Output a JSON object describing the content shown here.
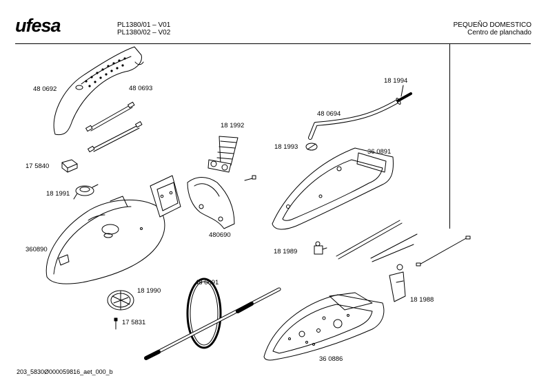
{
  "header": {
    "brand": "ufesa",
    "models": [
      "PL1380/01 – V01",
      "PL1380/02 – V02"
    ],
    "category": "PEQUEÑO DOMESTICO",
    "subcategory": "Centro de planchado"
  },
  "parts": [
    {
      "id": "handle",
      "label": "48 0692"
    },
    {
      "id": "cable-set",
      "label": "48 0693"
    },
    {
      "id": "switch",
      "label": "17 5840"
    },
    {
      "id": "button",
      "label": "18 1991"
    },
    {
      "id": "housing",
      "label": "360890"
    },
    {
      "id": "dial",
      "label": "18 1990"
    },
    {
      "id": "screw",
      "label": "17 5831"
    },
    {
      "id": "hose",
      "label": "48 0691"
    },
    {
      "id": "cable-guard",
      "label": "18 1992"
    },
    {
      "id": "rear-cover",
      "label": "480690"
    },
    {
      "id": "connector",
      "label": "18 1994"
    },
    {
      "id": "steam-tube",
      "label": "48 0694"
    },
    {
      "id": "clamp",
      "label": "18 1993"
    },
    {
      "id": "iron-base",
      "label": "36 0891"
    },
    {
      "id": "thermostat",
      "label": "18 1989"
    },
    {
      "id": "fuse",
      "label": "18 1988"
    },
    {
      "id": "soleplate",
      "label": "36 0886"
    }
  ],
  "footer": {
    "code": "203_5830Ø000059816_aet_000_b"
  }
}
